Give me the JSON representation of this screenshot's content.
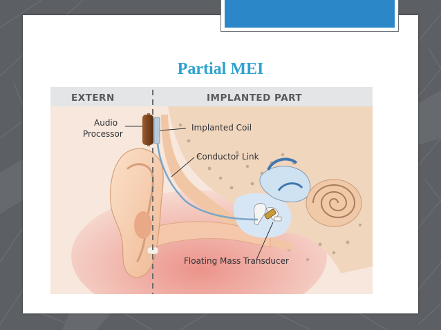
{
  "title": "Partial MEI",
  "diagram": {
    "header_left": "EXTERN",
    "header_right": "IMPLANTED PART",
    "labels": {
      "audio_processor_line1": "Audio",
      "audio_processor_line2": "Processor",
      "implanted_coil": "Implanted Coil",
      "conductor_link": "Conductor Link",
      "floating_mass_transducer": "Floating Mass Transducer"
    }
  },
  "colors": {
    "title": "#2ea2cf",
    "accent_bar": "#2b87c8",
    "background": "#5b5e63"
  }
}
